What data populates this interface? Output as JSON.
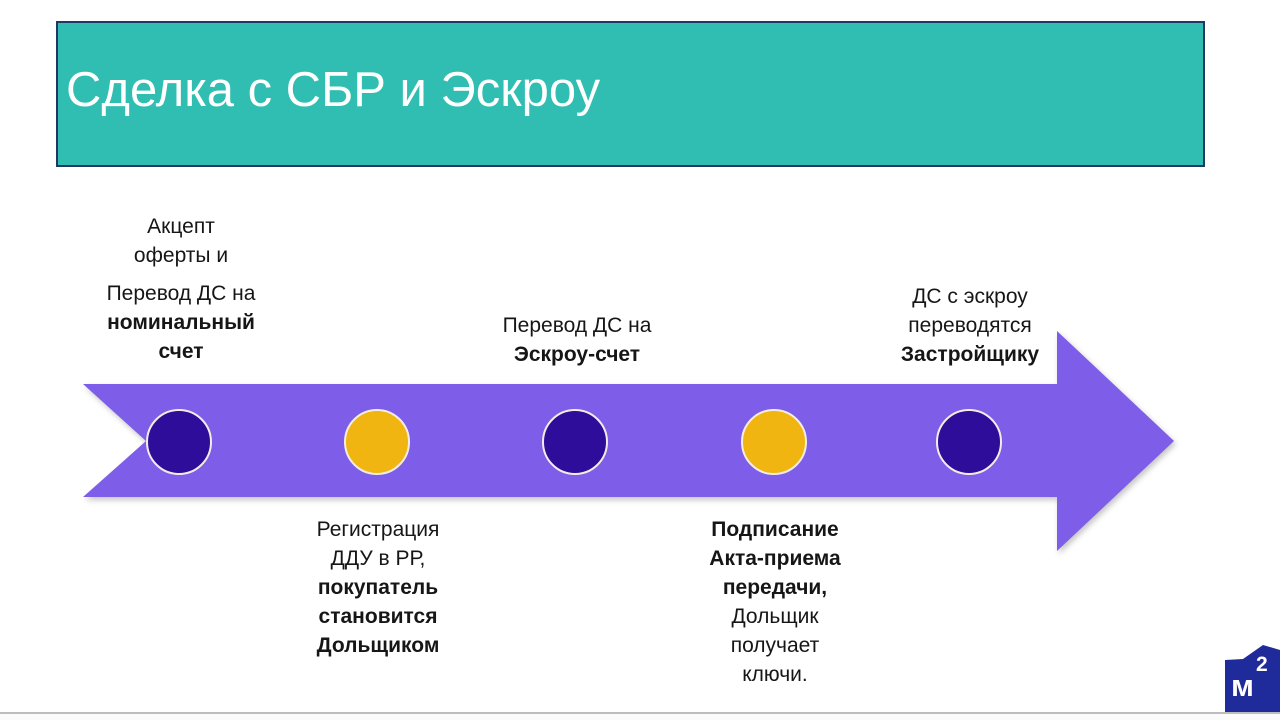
{
  "header": {
    "title": "Сделка с СБР и Эскроу",
    "background_color": "#30BDB2",
    "border_color": "#1F3864"
  },
  "arrow": {
    "type": "right-arrow-with-notched-tail",
    "fill_color": "#7E5EE9"
  },
  "colors": {
    "indigo_circle": "#2D0D99",
    "gold_circle": "#F0B510",
    "circle_border": "#F2EDE3",
    "logo_navy": "#202B9B"
  },
  "steps": [
    {
      "id": 1,
      "label_position": "above",
      "circle_color": "#2D0D99",
      "lines": [
        {
          "text": "Акцепт",
          "bold": false
        },
        {
          "text": "оферты и",
          "bold": false
        },
        {
          "text": "Перевод ДС на",
          "bold": false
        },
        {
          "text": "номинальный",
          "bold": true
        },
        {
          "text": "счет",
          "bold": true
        }
      ]
    },
    {
      "id": 2,
      "label_position": "below",
      "circle_color": "#F0B510",
      "lines": [
        {
          "text": "Регистрация",
          "bold": false
        },
        {
          "text": "ДДУ в РР,",
          "bold": false
        },
        {
          "text": "покупатель",
          "bold": true
        },
        {
          "text": "становится",
          "bold": true
        },
        {
          "text": "Дольщиком",
          "bold": true
        }
      ]
    },
    {
      "id": 3,
      "label_position": "above",
      "circle_color": "#2D0D99",
      "lines": [
        {
          "text": "Перевод ДС на",
          "bold": false
        },
        {
          "text": "Эскроу-счет",
          "bold": true
        }
      ]
    },
    {
      "id": 4,
      "label_position": "below",
      "circle_color": "#F0B510",
      "lines": [
        {
          "text": "Подписание",
          "bold": true
        },
        {
          "text": "Акта-приема",
          "bold": true
        },
        {
          "text": "передачи,",
          "bold": true
        },
        {
          "text": "Дольщик",
          "bold": false
        },
        {
          "text": "получает",
          "bold": false
        },
        {
          "text": "ключи.",
          "bold": false
        }
      ]
    },
    {
      "id": 5,
      "label_position": "above",
      "circle_color": "#2D0D99",
      "lines": [
        {
          "text": "ДС с эскроу",
          "bold": false
        },
        {
          "text": "переводятся",
          "bold": false
        },
        {
          "text": "Застройщику",
          "bold": true
        }
      ]
    }
  ],
  "logo": {
    "letter": "м",
    "superscript": "2"
  }
}
